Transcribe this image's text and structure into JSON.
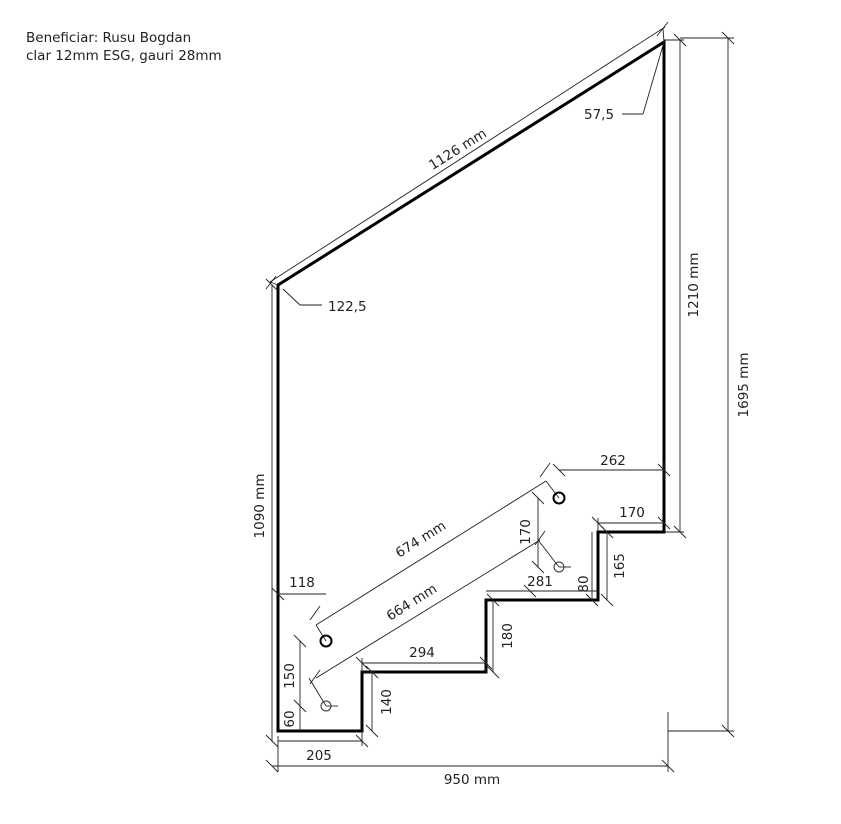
{
  "header": {
    "beneficiary": "Beneficiar: Rusu Bogdan",
    "spec": "clar 12mm ESG, gauri 28mm"
  },
  "dimensions": {
    "top_edge": "1126 mm",
    "corner_top": "57,5",
    "corner_left": "122,5",
    "right_edge": "1210 mm",
    "overall_height": "1695 mm",
    "left_edge": "1090 mm",
    "overall_width": "950 mm",
    "bottom_step": "205",
    "bottom_hole_from_floor": "60",
    "lower_hole_pair": "150",
    "lower_step_rise": "140",
    "second_tread": "294",
    "second_riser": "180",
    "third_tread": "281",
    "third_riser": "80",
    "top_tread": "170",
    "top_riser": "165",
    "upper_hole_pair": "170",
    "upper_hole_from_right": "262",
    "hole_from_left": "118",
    "upper_hole_span": "674 mm",
    "lower_hole_span": "664 mm"
  },
  "colors": {
    "outline": "#000000",
    "dimension": "#222222"
  }
}
